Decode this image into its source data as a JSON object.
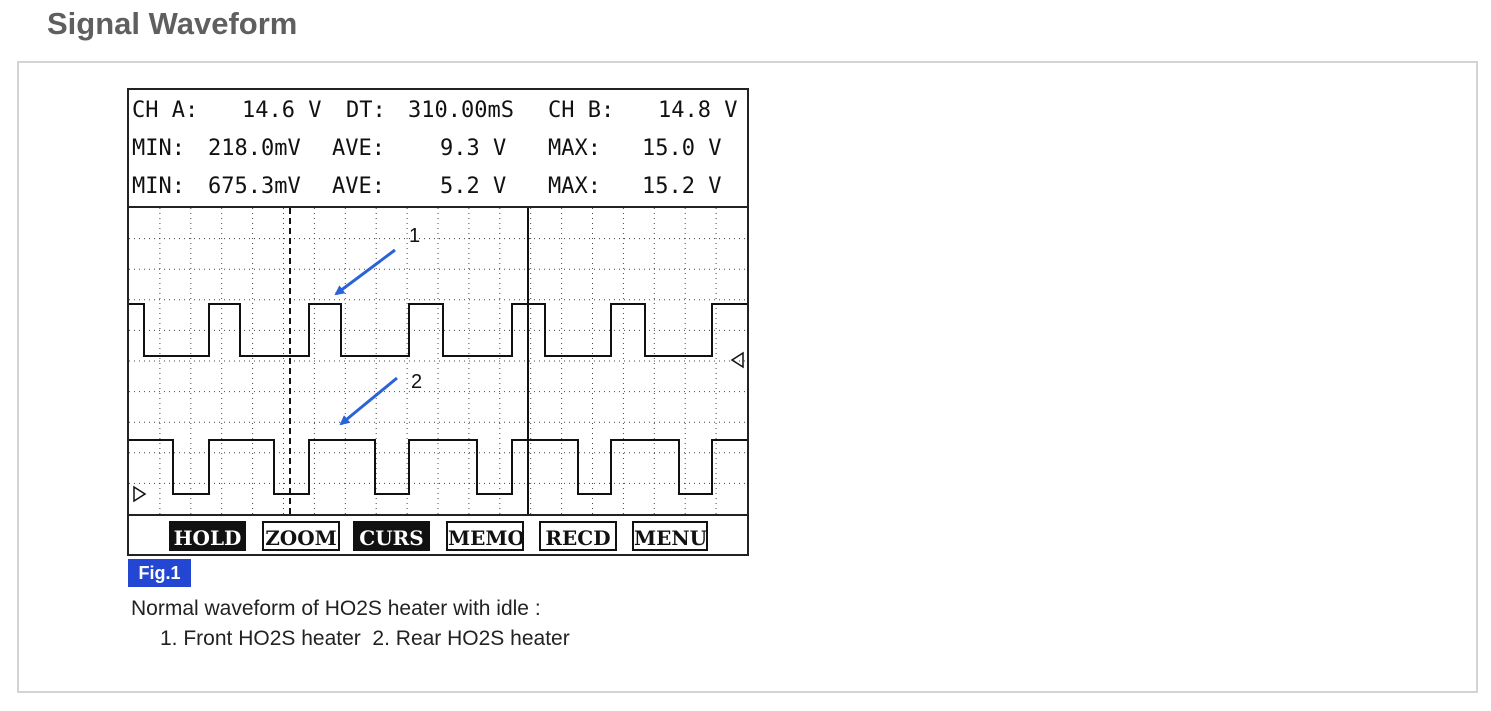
{
  "page": {
    "title": "Signal Waveform"
  },
  "scope": {
    "readout": {
      "row1": {
        "ch_a_label": "CH A:",
        "ch_a_value": "14.6 V",
        "dt_label": "DT:",
        "dt_value": "310.00mS",
        "ch_b_label": "CH B:",
        "ch_b_value": "14.8 V"
      },
      "row2": {
        "min_label": "MIN:",
        "min_value": "218.0mV",
        "ave_label": "AVE:",
        "ave_value": "9.3 V",
        "max_label": "MAX:",
        "max_value": "15.0 V"
      },
      "row3": {
        "min_label": "MIN:",
        "min_value": "675.3mV",
        "ave_label": "AVE:",
        "ave_value": "5.2 V",
        "max_label": "MAX:",
        "max_value": "15.2 V"
      }
    },
    "callouts": [
      {
        "number": "1"
      },
      {
        "number": "2"
      }
    ],
    "softkeys": [
      {
        "label": "HOLD",
        "active": true
      },
      {
        "label": "ZOOM",
        "active": false
      },
      {
        "label": "CURS",
        "active": true
      },
      {
        "label": "MEMO",
        "active": false
      },
      {
        "label": "RECD",
        "active": false
      },
      {
        "label": "MENU",
        "active": false
      }
    ],
    "colors": {
      "trace": "#111111",
      "grid": "#444444",
      "arrow": "#2a63d8",
      "background": "#ffffff"
    }
  },
  "figure": {
    "badge": "Fig.1",
    "caption": "Normal waveform of HO2S heater with idle :",
    "legend": "1. Front HO2S heater  2. Rear HO2S heater",
    "badge_color": "#2447d3"
  }
}
